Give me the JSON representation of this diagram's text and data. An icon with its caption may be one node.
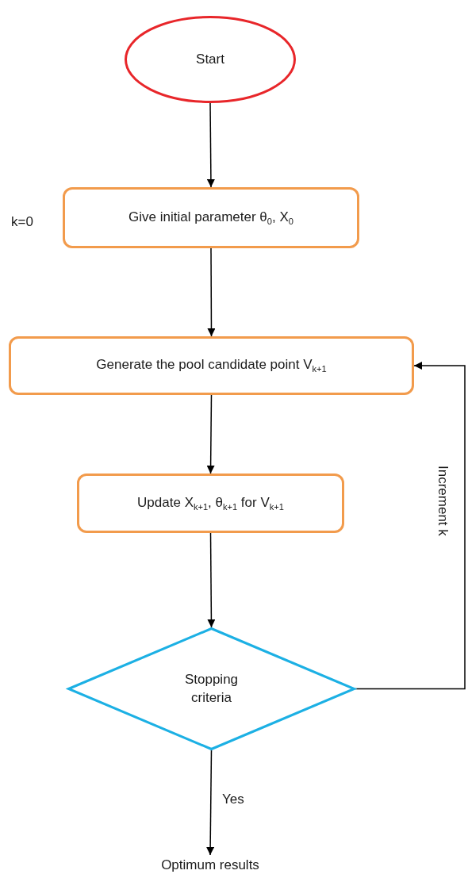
{
  "diagram": {
    "nodes": [
      {
        "text": [
          "Start"
        ]
      },
      {
        "text": [
          "Give initial parameter θ$_{0}$, X$_{0}$"
        ],
        "beside": [
          "k=0"
        ]
      },
      {
        "text": [
          "Generate the pool candidate point V$_{k+1}$"
        ]
      },
      {
        "text": [
          "Update X$_{k+1}$, θ$_{k+1}$ for V$_{k+1}$"
        ]
      },
      {
        "text": [
          "Stopping criteria"
        ]
      },
      {
        "text": [
          "Optimum results"
        ]
      }
    ],
    "edges": [
      {
        "from": 0,
        "to": 1,
        "arrow": "to"
      },
      {
        "from": 1,
        "to": 2,
        "arrow": "to"
      },
      {
        "from": 2,
        "to": 3,
        "arrow": "to"
      },
      {
        "from": 3,
        "to": 4,
        "arrow": "to"
      },
      {
        "from": 4,
        "to": 5,
        "arrow": "to",
        "label": "Yes"
      },
      {
        "from": 4,
        "to": 2,
        "arrow": "to",
        "label": "Increment k"
      }
    ]
  }
}
